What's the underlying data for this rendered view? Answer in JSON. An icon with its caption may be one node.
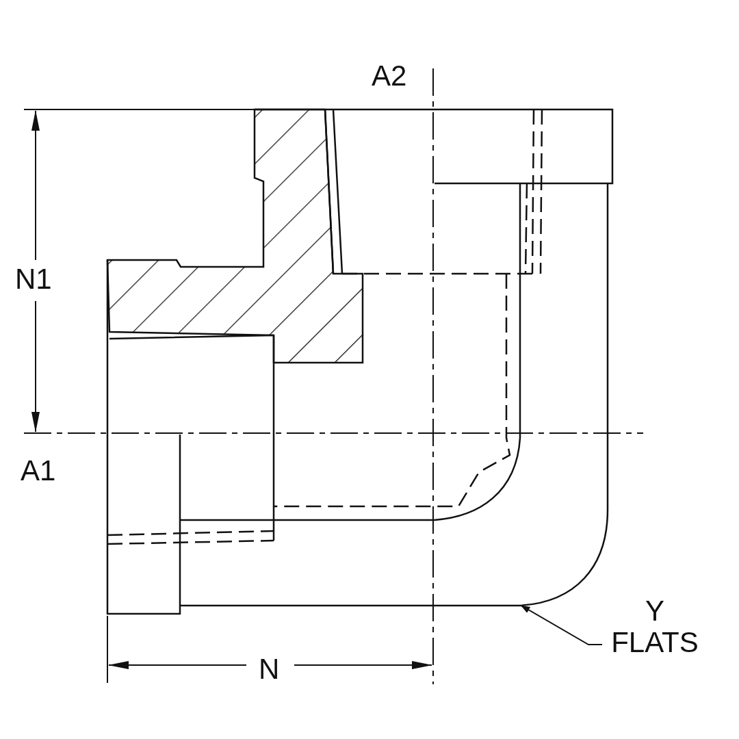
{
  "diagram": {
    "nodes": [
      {
        "text": [
          "Y FLATS"
        ]
      },
      {
        "text": [],
        "shape": "picture"
      }
    ],
    "edges": [
      {
        "from": 0,
        "to": 1,
        "arrow": "to"
      }
    ],
    "labels": [
      "A2",
      "N1",
      "A1",
      "N"
    ]
  }
}
